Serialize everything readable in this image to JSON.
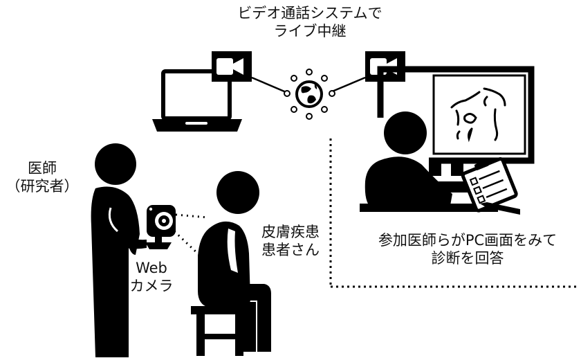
{
  "labels": {
    "video_system": [
      "ビデオ通話システムで",
      "ライブ中継"
    ],
    "doctor": [
      "医師",
      "（研究者）"
    ],
    "webcam": [
      "Web",
      "カメラ"
    ],
    "patient": [
      "皮膚疾患",
      "患者さん"
    ],
    "participants": [
      "参加医師らがPC画面をみて",
      "診断を回答"
    ]
  },
  "colors": {
    "ink": "#000000",
    "paper": "#ffffff"
  },
  "icons": [
    "laptop-icon",
    "video-camera-icon",
    "globe-network-icon",
    "monitor-icon",
    "webcam-icon",
    "doctor-figure",
    "patient-figure",
    "stool-icon",
    "clipboard-icon",
    "pen-icon",
    "participant-figure"
  ]
}
